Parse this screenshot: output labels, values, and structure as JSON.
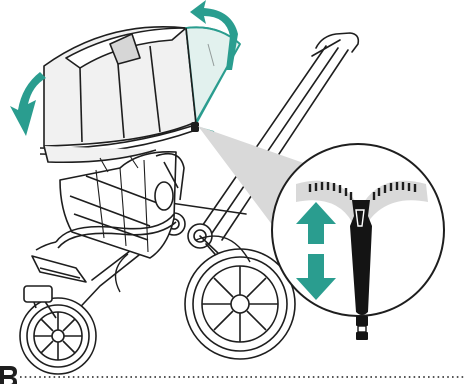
{
  "colors": {
    "accent": "#2a9d8f",
    "accent_tint": "#e2f1ee",
    "line": "#1e1e1e",
    "fabric": "#f1f1f1",
    "fabric_shade": "#d6d6d6",
    "zip_puller": "#141414"
  },
  "illustration": {
    "subject": "stroller",
    "arrows": [
      {
        "name": "canopy-fold-down-arrow",
        "direction": "down"
      },
      {
        "name": "canopy-sunshade-arrow",
        "direction": "over"
      },
      {
        "name": "zip-up-arrow",
        "direction": "up"
      },
      {
        "name": "zip-down-arrow",
        "direction": "down"
      }
    ]
  },
  "icons": [
    "zip-puller-icon",
    "zip-teeth-icon",
    "magnifier-icon"
  ]
}
